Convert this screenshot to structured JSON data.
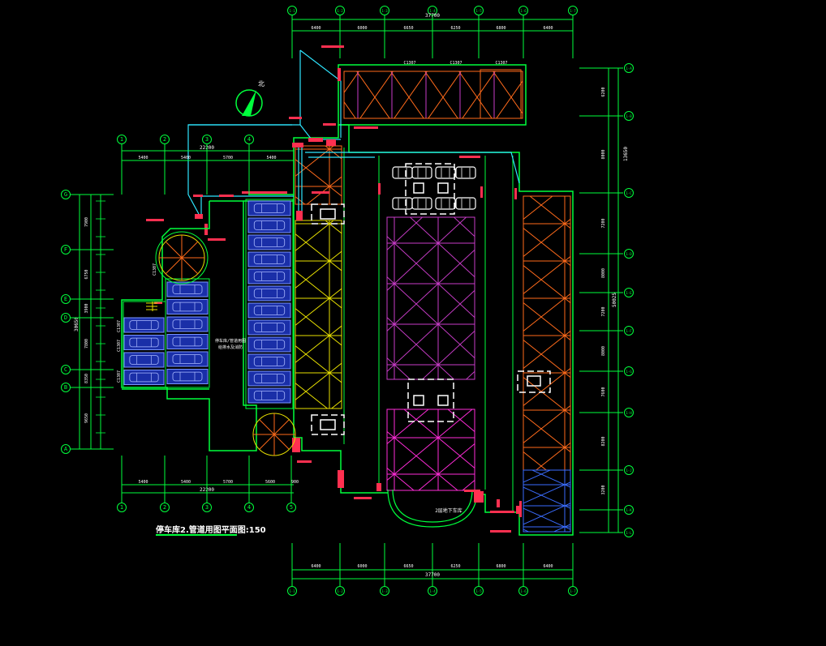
{
  "title": "停车库2.管道用图平面图:150",
  "north_label": "北",
  "right_block": {
    "top_axes": [
      "1-1",
      "1-2",
      "1-3",
      "1-4",
      "1-5",
      "1-6",
      "1-7"
    ],
    "top_dims": [
      "6400",
      "6000",
      "6650",
      "6250",
      "6800",
      "6400"
    ],
    "total_dim": "37700",
    "bottom_axes": [
      "1-1",
      "1-2",
      "1-3",
      "1-4",
      "1-5",
      "1-6",
      "1-7"
    ],
    "bottom_dims": [
      "6400",
      "6000",
      "6650",
      "6250",
      "6800",
      "6400"
    ],
    "bottom_total": "37700",
    "right_axes": [
      "1-A",
      "1-B",
      "1-C",
      "1-D",
      "1-E",
      "1-F",
      "1-G",
      "1-H",
      "1-J",
      "1-K",
      "1-L"
    ],
    "right_dims": [
      "6200",
      "8000",
      "7200",
      "8000",
      "7200",
      "8000",
      "7600",
      "8200",
      "3200"
    ],
    "right_total_1": "13650",
    "right_total_2": "50025",
    "top_labels": [
      "C1307",
      "C1307",
      "C1307"
    ],
    "ramp_label": "2层地下车库"
  },
  "left_block": {
    "top_axes": [
      "1",
      "2",
      "3",
      "4"
    ],
    "top_dims": [
      "5400",
      "5400",
      "5700",
      "5400"
    ],
    "top_total": "22200",
    "bottom_axes": [
      "1",
      "2",
      "3",
      "4",
      "5"
    ],
    "bottom_dims": [
      "5400",
      "5400",
      "5700",
      "5600",
      "900"
    ],
    "bottom_total": "22200",
    "left_axes": [
      "G",
      "F",
      "E",
      "D",
      "C",
      "B",
      "A"
    ],
    "left_dims": [
      "7900",
      "6750",
      "3900",
      "7800",
      "8350",
      "9650"
    ],
    "left_total": "30650",
    "side_labels": [
      "C1307",
      "C1307",
      "C1307",
      "C1307"
    ],
    "center_note": [
      "停车库/管道用图",
      "给排水及消防"
    ]
  }
}
